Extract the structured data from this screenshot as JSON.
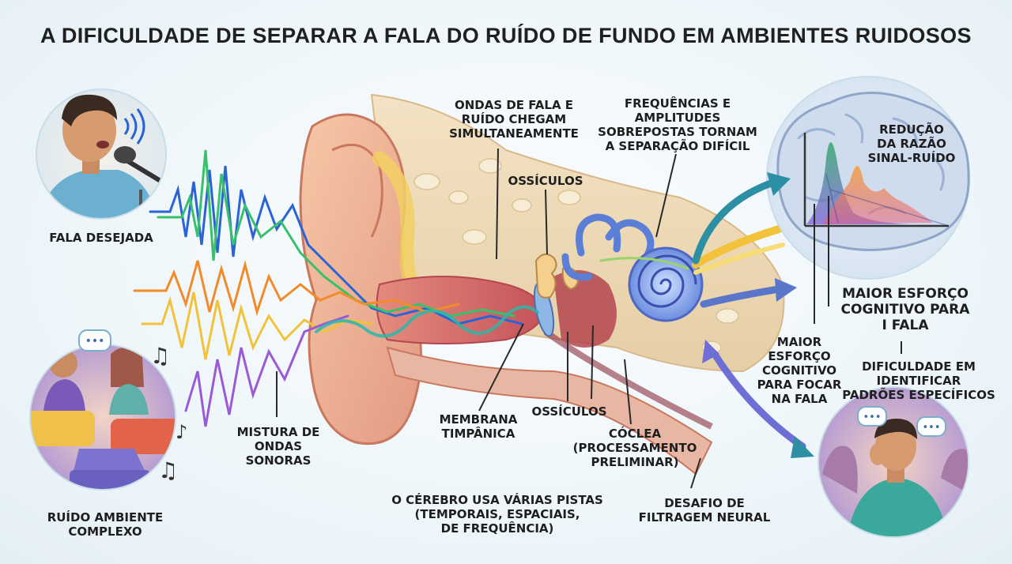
{
  "title": "A DIFICULDADE DE SEPARAR A FALA DO RUÍDO DE FUNDO EM AMBIENTES RUIDOSOS",
  "labels": {
    "fala_desejada": "FALA DESEJADA",
    "ruido_ambiente": "RUÍDO AMBIENTE\nCOMPLEXO",
    "mistura": "MISTURA DE\nONDAS\nSONORAS",
    "ondas_fala": "ONDAS DE FALA E\nRUÍDO CHEGAM\nSIMULTANEAMENTE",
    "frequencias": "FREQUÊNCIAS E\nAMPLITUDES\nSOBREPOSTAS TORNAM\nA SEPARAÇÃO DIFÍCIL",
    "ossiculos_top": "OSSÍCULOS",
    "ossiculos_bottom": "OSSÍCULOS",
    "membrana": "MEMBRANA\nTIMPÂNICA",
    "coclea": "CÓCLEA\n(PROCESSAMENTO\nPRELIMINAR)",
    "cerebro_pistas": "O CÉREBRO USA VÁRIAS PISTAS\n(TEMPORAIS, ESPACIAIS,\nDE FREQUÊNCIA)",
    "desafio": "DESAFIO DE\nFILTRAGEM NEURAL",
    "reducao": "REDUÇÃO\nDA RAZÃO\nSINAL-RUÍDO",
    "maior_esforco_big": "MAIOR ESFORÇO\nCOGNITIVO PARA\nI FALA",
    "maior_esforco_small": "MAIOR\nESFORÇO\nCOGNITIVO\nPARA FOCAR\nNA FALA",
    "dificuldade": "DIFICULDADE EM\nIDENTIFICAR\nPADRÕES ESPECÍFICOS"
  },
  "icons": {
    "speaker": "speaker-person-icon",
    "crowd": "noisy-crowd-icon",
    "brain": "brain-icon",
    "ear": "ear-anatomy-icon"
  },
  "colors": {
    "wave_blue": "#2a63d6",
    "wave_green": "#39c06b",
    "wave_orange": "#f28b2a",
    "wave_purple": "#9a5ad6",
    "wave_yellow": "#f2c23a",
    "arrow_teal": "#2d8fa3",
    "arrow_purple": "#6e6fd6"
  }
}
